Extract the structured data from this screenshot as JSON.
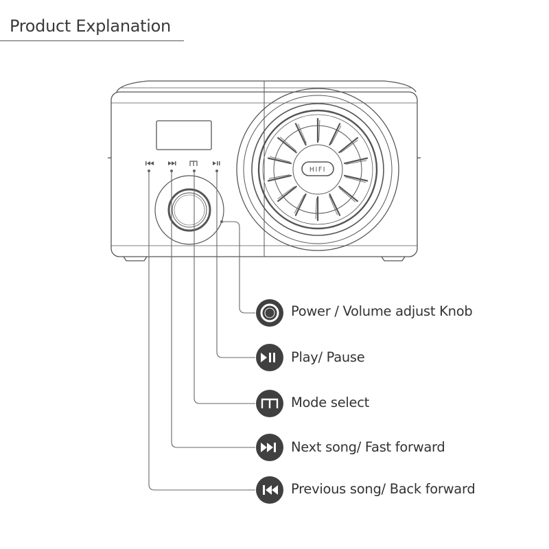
{
  "header": {
    "title": "Product Explanation"
  },
  "device": {
    "badge_text": "HIFI"
  },
  "legend": [
    {
      "id": "knob",
      "label": "Power / Volume adjust Knob",
      "icon": "knob-icon"
    },
    {
      "id": "play",
      "label": "Play/ Pause",
      "icon": "play-pause-icon"
    },
    {
      "id": "mode",
      "label": "Mode select",
      "icon": "mode-icon"
    },
    {
      "id": "next",
      "label": "Next song/ Fast forward",
      "icon": "next-icon"
    },
    {
      "id": "prev",
      "label": "Previous song/ Back forward",
      "icon": "previous-icon"
    }
  ],
  "colors": {
    "line": "#555555",
    "icon_fill": "#404040",
    "icon_glyph": "#ffffff",
    "text": "#333333"
  }
}
